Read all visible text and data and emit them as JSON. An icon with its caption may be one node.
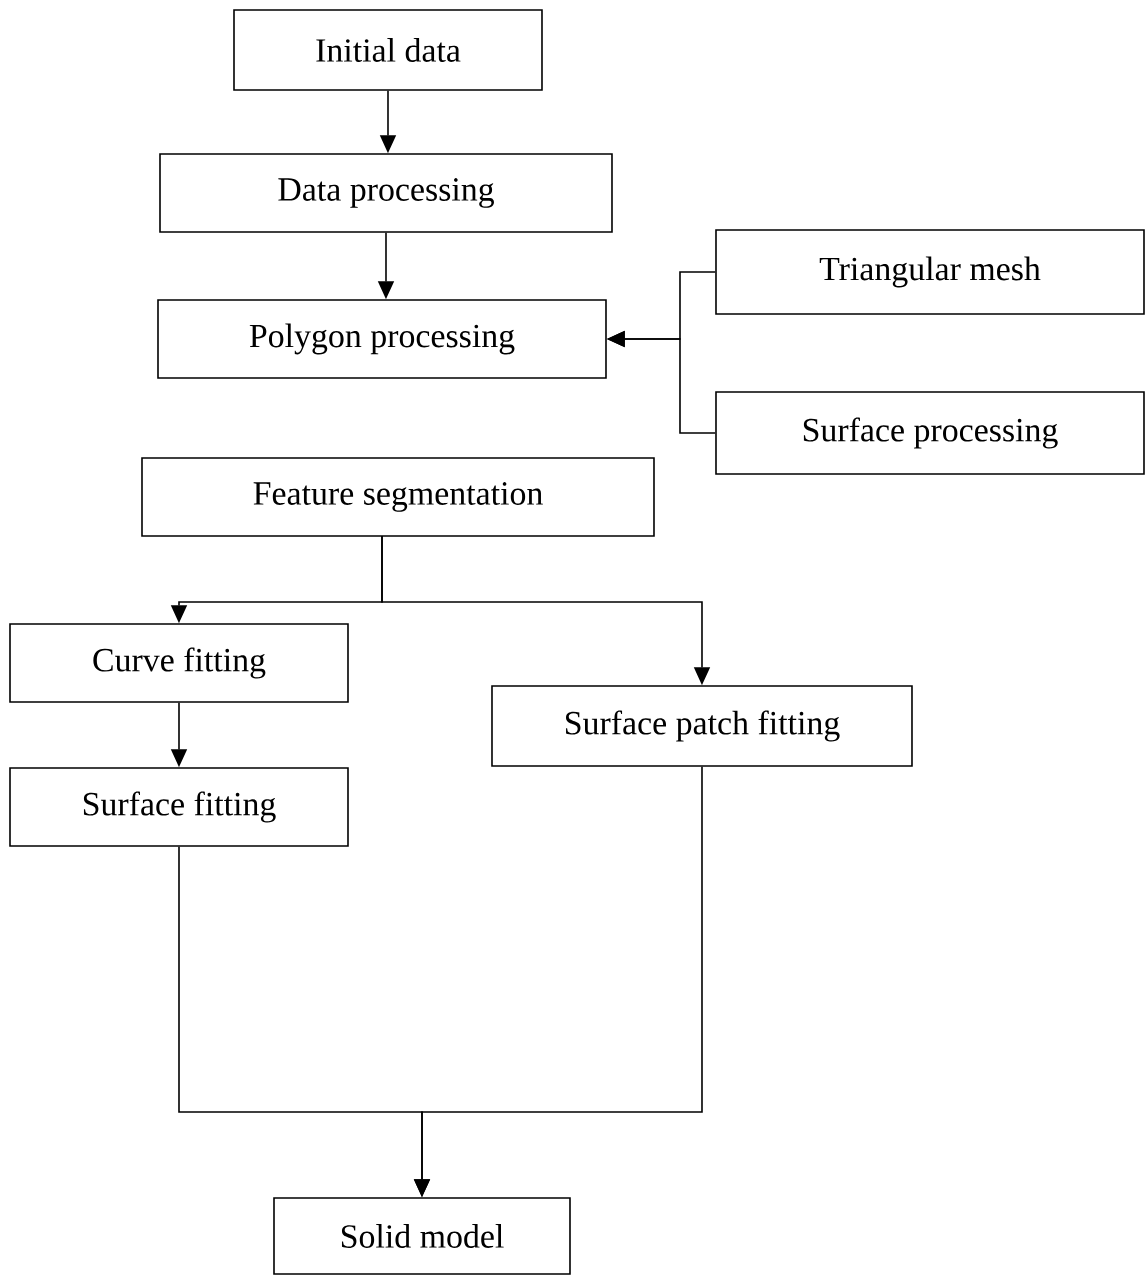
{
  "diagram": {
    "nodes": [
      {
        "text": [
          "Initial data"
        ]
      },
      {
        "text": [
          "Data processing"
        ]
      },
      {
        "text": [
          "Polygon processing"
        ]
      },
      {
        "text": [
          "Triangular mesh"
        ]
      },
      {
        "text": [
          "Surface processing"
        ]
      },
      {
        "text": [
          "Feature segmentation"
        ]
      },
      {
        "text": [
          "Curve fitting"
        ]
      },
      {
        "text": [
          "Surface fitting"
        ]
      },
      {
        "text": [
          "Surface patch fitting"
        ]
      },
      {
        "text": [
          "Solid model"
        ]
      }
    ],
    "edges": [
      {
        "from": 0,
        "to": 1,
        "arrow": "to"
      },
      {
        "from": 1,
        "to": 2,
        "arrow": "to"
      },
      {
        "from": 3,
        "to": 2,
        "arrow": "to"
      },
      {
        "from": 4,
        "to": 2,
        "arrow": "to"
      },
      {
        "from": 5,
        "to": 6,
        "arrow": "to"
      },
      {
        "from": 5,
        "to": 8,
        "arrow": "to"
      },
      {
        "from": 6,
        "to": 7,
        "arrow": "to"
      },
      {
        "from": 7,
        "to": 9,
        "arrow": "to"
      },
      {
        "from": 8,
        "to": 9,
        "arrow": "to"
      }
    ]
  }
}
